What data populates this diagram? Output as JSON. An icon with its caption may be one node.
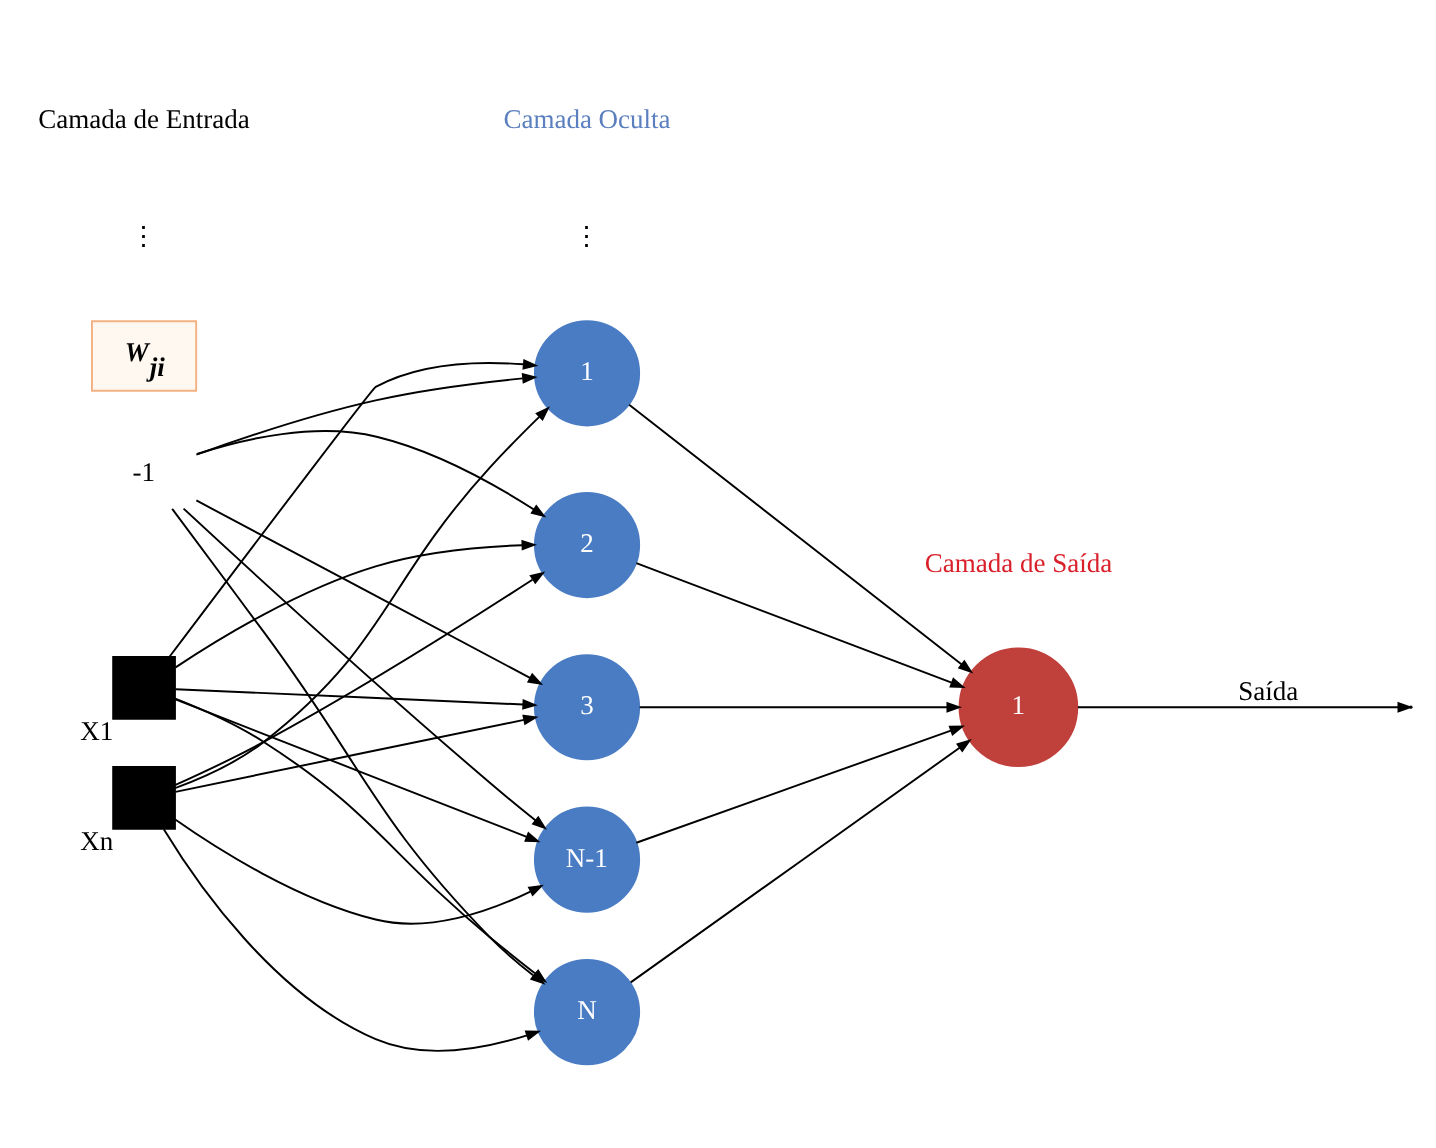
{
  "diagram": {
    "nodes": [
      {
        "text": [
          "-1"
        ]
      },
      {
        "text": [],
        "shape": "box",
        "beside": [
          "X1"
        ]
      },
      {
        "text": [],
        "shape": "box",
        "beside": [
          "Xn"
        ]
      },
      {
        "text": [
          "W$_{ji}$"
        ]
      },
      {
        "text": [
          "1"
        ]
      },
      {
        "text": [
          "2"
        ]
      },
      {
        "text": [
          "3"
        ]
      },
      {
        "text": [
          "N-1"
        ]
      },
      {
        "text": [
          "N"
        ]
      },
      {
        "text": [
          "1"
        ]
      }
    ],
    "edges": [
      {
        "from": 0,
        "to": 4,
        "arrow": "to"
      },
      {
        "from": 0,
        "to": 5,
        "arrow": "to"
      },
      {
        "from": 0,
        "to": 6,
        "arrow": "to"
      },
      {
        "from": 0,
        "to": 7,
        "arrow": "to"
      },
      {
        "from": 0,
        "to": 8,
        "arrow": "to"
      },
      {
        "from": 1,
        "to": 4,
        "arrow": "to"
      },
      {
        "from": 1,
        "to": 5,
        "arrow": "to"
      },
      {
        "from": 1,
        "to": 6,
        "arrow": "to"
      },
      {
        "from": 1,
        "to": 7,
        "arrow": "to"
      },
      {
        "from": 1,
        "to": 8,
        "arrow": "to"
      },
      {
        "from": 2,
        "to": 4,
        "arrow": "to"
      },
      {
        "from": 2,
        "to": 5,
        "arrow": "to"
      },
      {
        "from": 2,
        "to": 6,
        "arrow": "to"
      },
      {
        "from": 2,
        "to": 7,
        "arrow": "to"
      },
      {
        "from": 2,
        "to": 8,
        "arrow": "to"
      },
      {
        "from": 4,
        "to": 9,
        "arrow": "to"
      },
      {
        "from": 5,
        "to": 9,
        "arrow": "to"
      },
      {
        "from": 6,
        "to": 9,
        "arrow": "to"
      },
      {
        "from": 7,
        "to": 9,
        "arrow": "to"
      },
      {
        "from": 8,
        "to": 9,
        "arrow": "to"
      },
      {
        "from": 9,
        "to": null,
        "arrow": "to",
        "label": "Saída"
      }
    ],
    "labels": [
      "⋮",
      "⋮",
      "Camada de Entrada",
      "Camada Oculta",
      "Camada de Saída"
    ]
  }
}
